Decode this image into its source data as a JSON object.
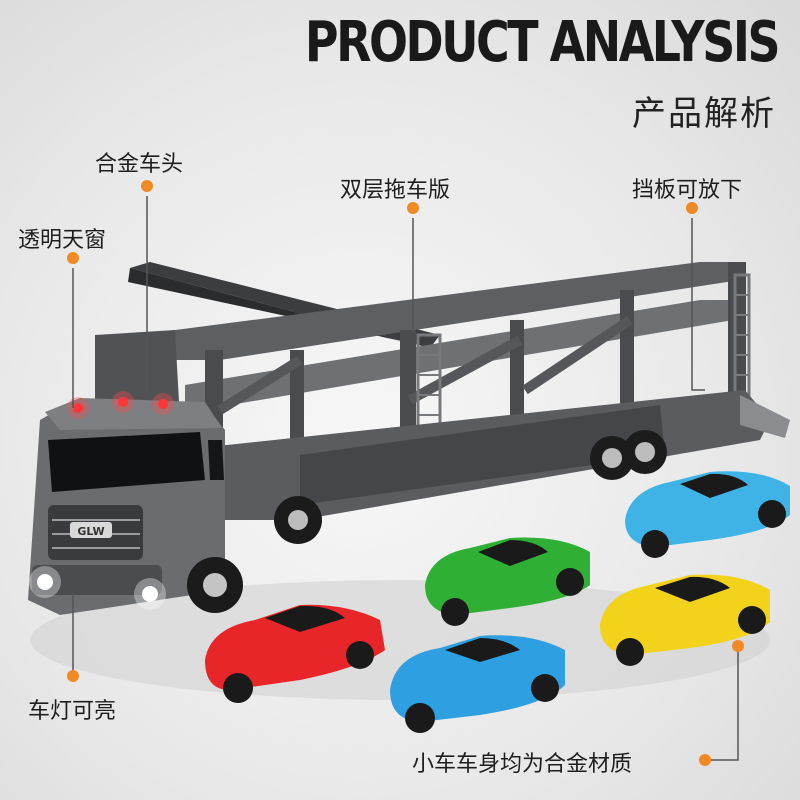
{
  "header": {
    "title": "PRODUCT ANALYSIS",
    "subtitle": "产品解析"
  },
  "features": {
    "alloy_head": "合金车头",
    "transparent_sunroof": "透明天窗",
    "double_layer_trailer": "双层拖车版",
    "baffle_lowerable": "挡板可放下",
    "lights_on": "车灯可亮",
    "small_cars_alloy": "小车车身均为合金材质"
  },
  "truck": {
    "badge": "GLW"
  },
  "colors": {
    "accent_orange": "#f08a24",
    "truck_gray": "#6a6c70",
    "car_red": "#e8262a",
    "car_green": "#2fb034",
    "car_cyan": "#3fb3e6",
    "car_yellow": "#f2d21a",
    "car_blue": "#2e9fe0"
  }
}
